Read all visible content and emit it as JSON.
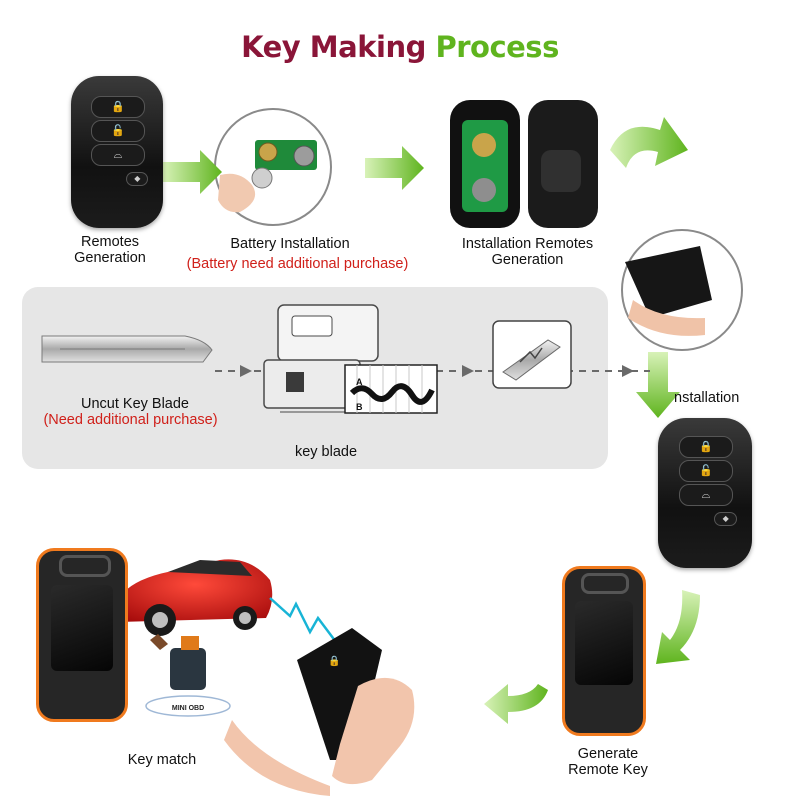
{
  "title": {
    "part1": "Key Making",
    "part2": "Process"
  },
  "steps": {
    "remotes_generation": "Remotes\nGeneration",
    "battery_installation": "Battery Installation",
    "battery_note": "(Battery need additional purchase)",
    "installation_remotes_generation": "Installation Remotes\nGeneration",
    "uncut_key_blade": "Uncut Key  Blade",
    "uncut_note": "(Need additional purchase)",
    "key_blade": "key blade",
    "installation": "nstallation",
    "generate_remote_key": "Generate\nRemote Key",
    "key_match": "Key match"
  },
  "diagram_labels": {
    "track_a": "A",
    "track_b": "B",
    "mini_obd": "MINI OBD"
  },
  "colors": {
    "title_dark": "#8a1538",
    "title_green": "#5fb41e",
    "note_red": "#d0201a",
    "arrow_green": "#7ccc3a",
    "tool_orange": "#f07a1e"
  },
  "icons": [
    "lock-icon",
    "unlock-icon",
    "trunk-icon",
    "panic-icon",
    "wireless-signal-icon"
  ]
}
